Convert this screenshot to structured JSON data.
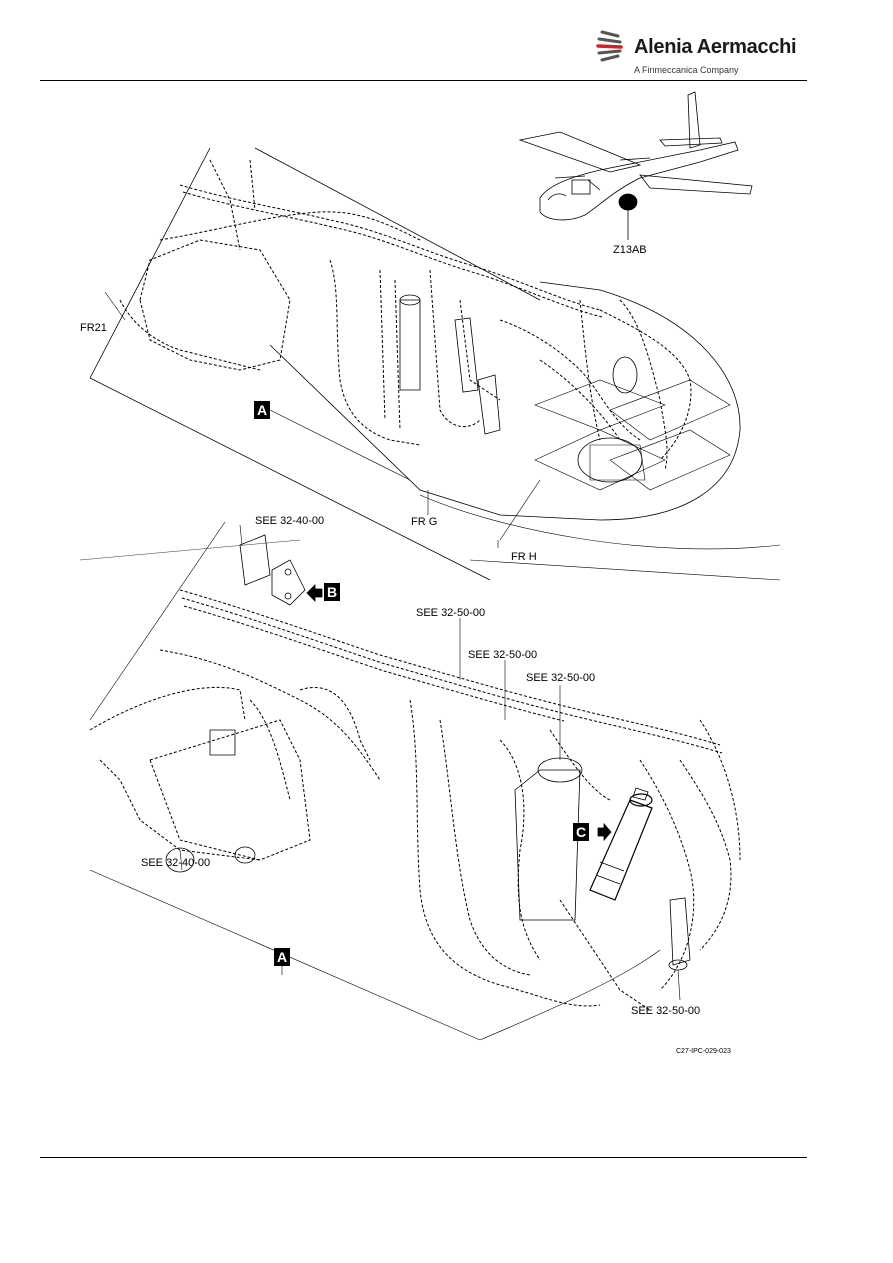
{
  "header": {
    "brand": "Alenia Aermacchi",
    "brand_sub": "A Finmeccanica Company",
    "colors": {
      "accent": "#d42027",
      "ink": "#000000"
    }
  },
  "figure_top": {
    "zone_label": "Z13AB",
    "frame_labels": {
      "fr21": "FR21",
      "frg": "FR G",
      "frh": "FR H"
    },
    "callout": "A"
  },
  "figure_bottom": {
    "refs": {
      "see_32_40_top": "SEE 32-40-00",
      "see_32_50_a": "SEE 32-50-00",
      "see_32_50_b": "SEE 32-50-00",
      "see_32_50_c": "SEE 32-50-00",
      "see_32_40_bottom": "SEE 32-40-00",
      "see_32_50_d": "SEE 32-50-00"
    },
    "callouts": {
      "a": "A",
      "b": "B",
      "c": "C"
    },
    "figure_id": "C27-IPC-029-023"
  }
}
